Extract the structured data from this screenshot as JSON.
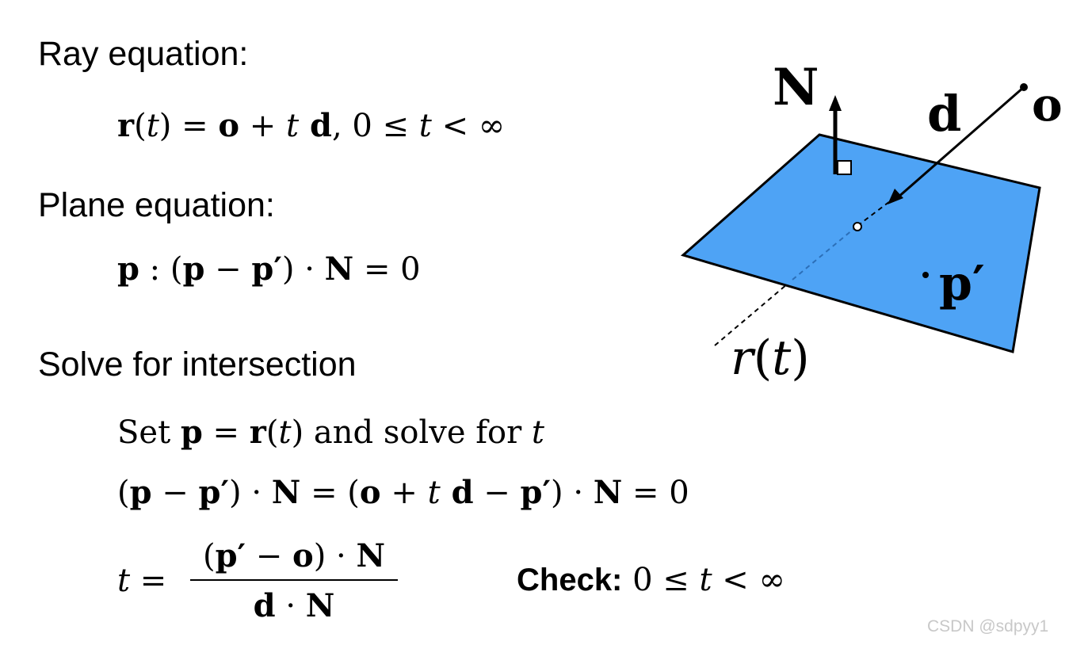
{
  "headings": {
    "ray": "Ray equation:",
    "plane": "Plane equation:",
    "solve": "Solve for intersection"
  },
  "equations": {
    "ray": {
      "r": "r",
      "t_open": "(",
      "t": "t",
      "t_close": ") = ",
      "o": "o",
      "plus": " + ",
      "t2": "t",
      "d": " d",
      "rest": ",  0 ≤ ",
      "t3": "t",
      "tail": " < ∞"
    },
    "plane": {
      "p": "p",
      "colon": " : (",
      "p2": "p",
      "minus": " − ",
      "pprime": "p′",
      "close": ") · ",
      "N": "N",
      "tail": " = 0"
    },
    "set": {
      "pre": "Set ",
      "p": "p",
      "eq": " = ",
      "r": "r",
      "open": "(",
      "t": "t",
      "mid": ") and solve for ",
      "t2": "t"
    },
    "expand": {
      "open": "(",
      "p": "p",
      "minus": " − ",
      "pprime": "p′",
      "close": ") · ",
      "N": "N",
      "eq": " = (",
      "o": "o",
      "plus": " + ",
      "t": "t",
      "d": " d",
      "minus2": " − ",
      "pprime2": "p′",
      "close2": ") · ",
      "N2": "N",
      "tail": " = 0"
    },
    "t_solution": {
      "lhs_t": "t",
      "lhs_eq": " = ",
      "num_open": "(",
      "num_pprime": "p′",
      "num_minus": " − ",
      "num_o": "o",
      "num_close": ") · ",
      "num_N": "N",
      "den_d": "d",
      "den_dot": " · ",
      "den_N": "N"
    }
  },
  "check": {
    "label": "Check:",
    "pre": " 0 ≤ ",
    "t": "t",
    "tail": " < ∞"
  },
  "diagram": {
    "labels": {
      "N": "N",
      "d": "d",
      "o": "o",
      "pprime": "p′",
      "r": "r",
      "r_open": "(",
      "r_t": "t",
      "r_close": ")"
    },
    "colors": {
      "plane": "#4ea3f5",
      "stroke": "#000000"
    }
  },
  "watermark": "CSDN @sdpyy1"
}
